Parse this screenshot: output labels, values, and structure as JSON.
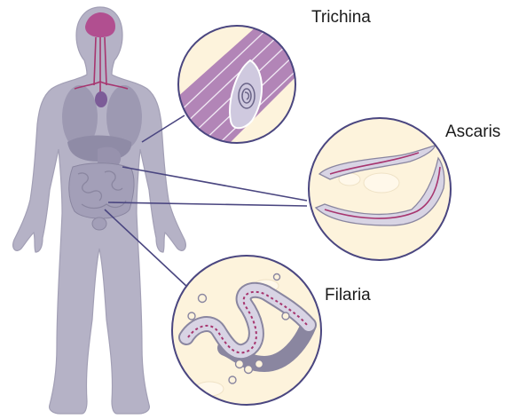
{
  "labels": {
    "trichina": "Trichina",
    "ascaris": "Ascaris",
    "filaria": "Filaria"
  },
  "colors": {
    "body": "#b5b2c6",
    "body_outline": "#a29fb5",
    "organs": "#9d99b2",
    "brain_vessels": "#a7356f",
    "leader_line": "#4a4680",
    "muscle": "#a571b0",
    "lens_fill": "#fdf3dc",
    "lens_rim": "#4a4680",
    "worm_fill": "#d8d4e4",
    "worm_stripe": "#a7356f"
  }
}
